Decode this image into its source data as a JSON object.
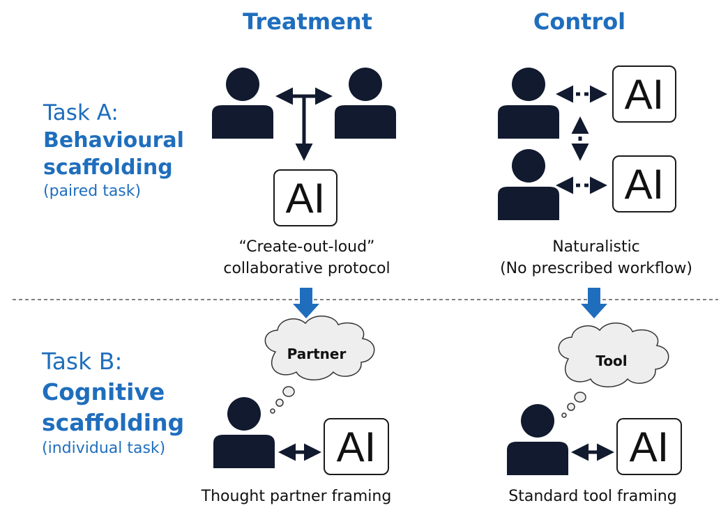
{
  "headers": {
    "treatment": "Treatment",
    "control": "Control"
  },
  "task_a": {
    "label": "Task A:",
    "name_line1": "Behavioural",
    "name_line2": "scaffolding",
    "sub": "(paired task)"
  },
  "task_b": {
    "label": "Task B:",
    "name_line1": "Cognitive",
    "name_line2": "scaffolding",
    "sub": "(individual task)"
  },
  "ai_label": "AI",
  "captions": {
    "treatment_a_line1": "“Create-out-loud”",
    "treatment_a_line2": "collaborative protocol",
    "control_a_line1": "Naturalistic",
    "control_a_line2": "(No prescribed workflow)",
    "treatment_b": "Thought partner framing",
    "control_b": "Standard tool framing"
  },
  "clouds": {
    "treatment": "Partner",
    "control": "Tool"
  },
  "colors": {
    "accent": "#1f6ebd",
    "ink": "#111a2e",
    "cloud_fill": "#eeeeee"
  },
  "icons": [
    "person-icon",
    "ai-box",
    "thought-cloud",
    "arrow-down"
  ]
}
